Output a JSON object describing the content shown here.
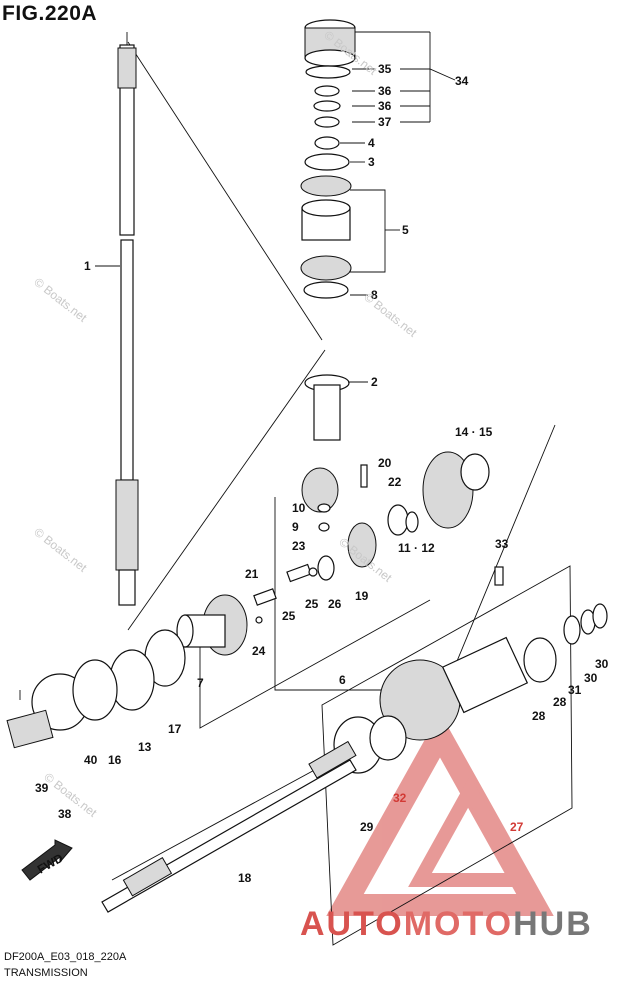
{
  "figure": {
    "title": "FIG.220A",
    "drawing_code": "DF200A_E03_018_220A",
    "section": "TRANSMISSION"
  },
  "watermark": {
    "text": "© Boats.net"
  },
  "logo": {
    "part1": "AUTO",
    "part2": "MOTO",
    "part3": "HUB",
    "colors": {
      "red": "#d8534f",
      "grey": "#777777"
    }
  },
  "fwd_arrow": {
    "label": "FWD"
  },
  "callouts": [
    {
      "id": "c35",
      "label": "35"
    },
    {
      "id": "c34",
      "label": "34"
    },
    {
      "id": "c36a",
      "label": "36"
    },
    {
      "id": "c36b",
      "label": "36"
    },
    {
      "id": "c37",
      "label": "37"
    },
    {
      "id": "c4",
      "label": "4"
    },
    {
      "id": "c3",
      "label": "3"
    },
    {
      "id": "c5",
      "label": "5"
    },
    {
      "id": "c1",
      "label": "1"
    },
    {
      "id": "c8",
      "label": "8"
    },
    {
      "id": "c2",
      "label": "2"
    },
    {
      "id": "c14_15",
      "label": "14 · 15"
    },
    {
      "id": "c20",
      "label": "20"
    },
    {
      "id": "c22",
      "label": "22"
    },
    {
      "id": "c10",
      "label": "10"
    },
    {
      "id": "c9",
      "label": "9"
    },
    {
      "id": "c11_12",
      "label": "11 · 12"
    },
    {
      "id": "c23",
      "label": "23"
    },
    {
      "id": "c33",
      "label": "33"
    },
    {
      "id": "c21",
      "label": "21"
    },
    {
      "id": "c25",
      "label": "25"
    },
    {
      "id": "c25b",
      "label": "25"
    },
    {
      "id": "c26",
      "label": "26"
    },
    {
      "id": "c19",
      "label": "19"
    },
    {
      "id": "c24",
      "label": "24"
    },
    {
      "id": "c6",
      "label": "6"
    },
    {
      "id": "c7",
      "label": "7"
    },
    {
      "id": "c30a",
      "label": "30"
    },
    {
      "id": "c30b",
      "label": "30"
    },
    {
      "id": "c31",
      "label": "31"
    },
    {
      "id": "c28a",
      "label": "28"
    },
    {
      "id": "c28b",
      "label": "28"
    },
    {
      "id": "c13",
      "label": "13"
    },
    {
      "id": "c16",
      "label": "16"
    },
    {
      "id": "c17",
      "label": "17"
    },
    {
      "id": "c40",
      "label": "40"
    },
    {
      "id": "c39",
      "label": "39"
    },
    {
      "id": "c38",
      "label": "38"
    },
    {
      "id": "c32",
      "label": "32"
    },
    {
      "id": "c29",
      "label": "29"
    },
    {
      "id": "c27",
      "label": "27"
    },
    {
      "id": "c18",
      "label": "18"
    }
  ]
}
